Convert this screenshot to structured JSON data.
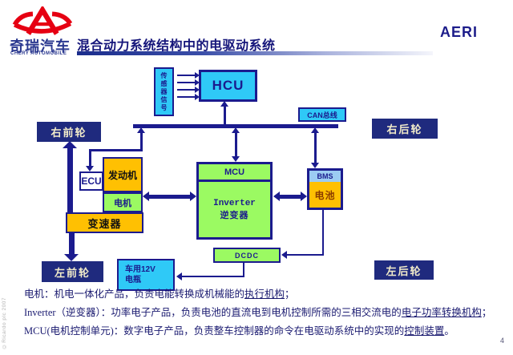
{
  "header": {
    "logo": {
      "emblem": "chery-logo",
      "brand_cn": "奇瑞汽车",
      "brand_en": "CHERY AUTOMOBILE"
    },
    "title": "混合动力系统结构中的电驱动系统",
    "org": "AERI"
  },
  "diagram": {
    "sensor_box": "传感器信号",
    "hcu": "HCU",
    "can_bus": "CAN总线",
    "wheels": {
      "front_right": "右前轮",
      "rear_right": "右后轮",
      "front_left": "左前轮",
      "rear_left": "左后轮"
    },
    "ecu": "ECU",
    "engine": "发动机",
    "motor": "电机",
    "transmission": "变速器",
    "mcu": "MCU",
    "inverter_en": "Inverter",
    "inverter_cn": "逆变器",
    "bms": "BMS",
    "battery": "电池",
    "dcdc": "DCDC",
    "aux_battery_line1": "车用12V",
    "aux_battery_line2": "电瓶"
  },
  "notes": {
    "lines": [
      {
        "pre": "电机：机电一体化产品，负责电能转换成机械能的",
        "underline": "执行机构",
        "post": "；"
      },
      {
        "pre": "Inverter（逆变器）：功率电子产品，负责电池的直流电到电机控制所需的三相交流电的",
        "underline": "电子功率转换机构",
        "post": "；"
      },
      {
        "pre": "MCU(电机控制单元)：数字电子产品，负责整车控制器的命令在电驱动系统中的实现的",
        "underline": "控制装置",
        "post": "。"
      }
    ]
  },
  "footer": {
    "page_number": "4",
    "copyright": "©Ricardo plc 2007"
  },
  "colors": {
    "navy": "#1b1b8e",
    "cyan": "#2fc9f7",
    "green": "#9bfa62",
    "orange": "#ffc002",
    "bms_blue": "#9cccf2",
    "wheel_bg": "#1f2a7e",
    "brand_red": "#e60012",
    "brand_blue": "#2b3990",
    "title_navy": "#15157a"
  }
}
